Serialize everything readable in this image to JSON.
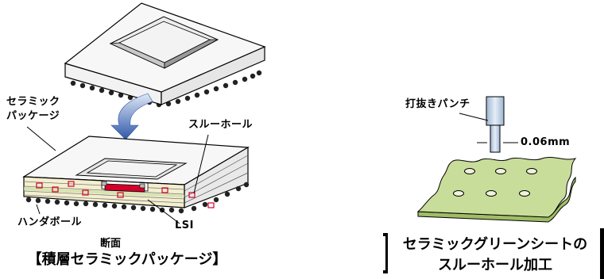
{
  "left": {
    "label_ceramic_line1": "セラミック",
    "label_ceramic_line2": "パッケージ",
    "label_throughhole": "スルーホール",
    "label_solderball": "ハンダボール",
    "label_lsi": "LSI",
    "caption_section": "断面",
    "caption_main": "【積層セラミックパッケージ】"
  },
  "right": {
    "label_punch": "打抜きパンチ",
    "label_dimension": "0.06mm",
    "caption_line1": "セラミックグリーンシートの",
    "caption_line2": "スルーホール加工"
  },
  "colors": {
    "green_sheet": "#c9dd9a",
    "lsi_red": "#d4002a",
    "arrow_blue": "#2f57a8",
    "punch_blue": "#c9d7ea",
    "layer_cream": "#f3efcf"
  }
}
